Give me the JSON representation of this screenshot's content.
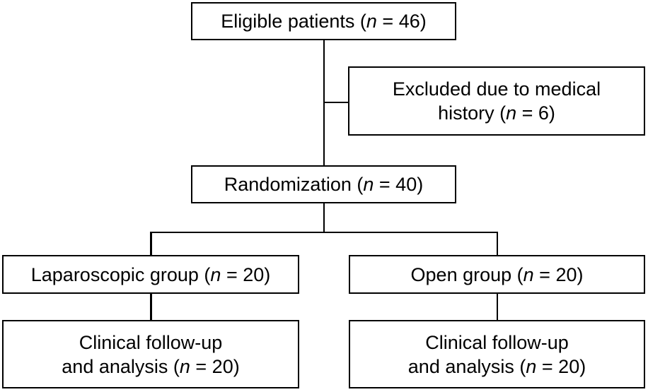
{
  "colors": {
    "background": "#ffffff",
    "line": "#000000",
    "text": "#000000"
  },
  "nodes": {
    "eligible": {
      "lines": [
        {
          "pre": "Eligible patients (",
          "n": "n",
          "post": " = 46)"
        }
      ]
    },
    "excluded": {
      "lines": [
        {
          "pre": "Excluded due to medical",
          "n": "",
          "post": ""
        },
        {
          "pre": "history (",
          "n": "n",
          "post": " = 6)"
        }
      ]
    },
    "randomization": {
      "lines": [
        {
          "pre": "Randomization (",
          "n": "n",
          "post": " = 40)"
        }
      ]
    },
    "laparoscopic": {
      "lines": [
        {
          "pre": "Laparoscopic group (",
          "n": "n",
          "post": " = 20)"
        }
      ]
    },
    "open": {
      "lines": [
        {
          "pre": "Open group (",
          "n": "n",
          "post": " = 20)"
        }
      ]
    },
    "followup_left": {
      "lines": [
        {
          "pre": "Clinical follow-up",
          "n": "",
          "post": ""
        },
        {
          "pre": "and analysis (",
          "n": "n",
          "post": " = 20)"
        }
      ]
    },
    "followup_right": {
      "lines": [
        {
          "pre": "Clinical follow-up",
          "n": "",
          "post": ""
        },
        {
          "pre": "and analysis (",
          "n": "n",
          "post": " = 20)"
        }
      ]
    }
  }
}
